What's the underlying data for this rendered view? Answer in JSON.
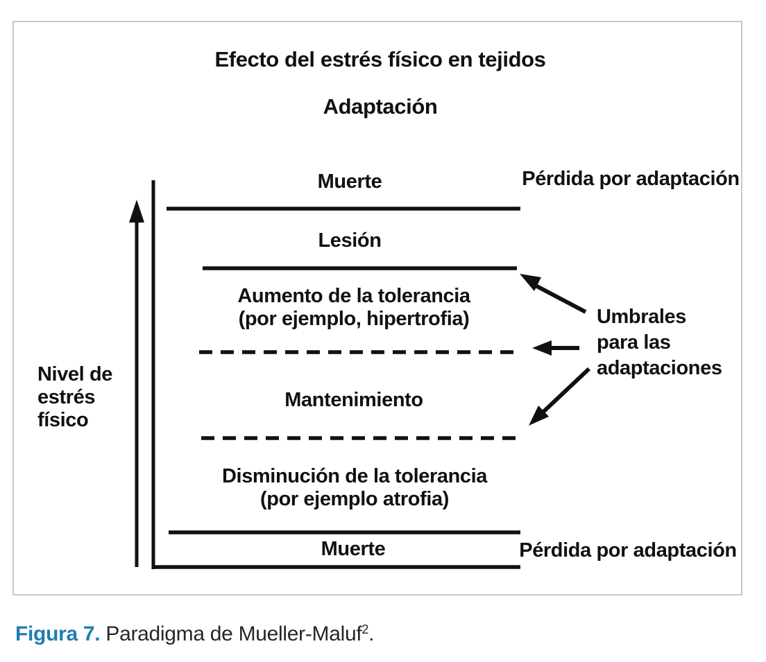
{
  "figure": {
    "title": "Efecto del estrés físico en tejidos",
    "subtitle": "Adaptación",
    "y_axis": {
      "label_lines": [
        "Nivel de",
        "estrés",
        "físico"
      ]
    },
    "zones": {
      "death_top": "Muerte",
      "injury": "Lesión",
      "increased_tolerance": [
        "Aumento de la tolerancia",
        "(por ejemplo, hipertrofia)"
      ],
      "maintenance": "Mantenimiento",
      "decreased_tolerance": [
        "Disminución de la tolerancia",
        "(por ejemplo atrofia)"
      ],
      "death_bottom": "Muerte"
    },
    "annotations": {
      "loss_by_adaptation_top": "Pérdida por adaptación",
      "loss_by_adaptation_bottom": "Pérdida por adaptación",
      "thresholds_lines": [
        "Umbrales",
        "para las",
        "adaptaciones"
      ]
    }
  },
  "caption": {
    "label": "Figura 7.",
    "text": "Paradigma de Mueller-Maluf",
    "superscript": "2",
    "period": "."
  },
  "colors": {
    "diagram_ink": "#111111",
    "caption_label_blue": "#1f7db3",
    "caption_text": "#262626",
    "frame_border": "#c9c9c9",
    "background": "#ffffff"
  }
}
